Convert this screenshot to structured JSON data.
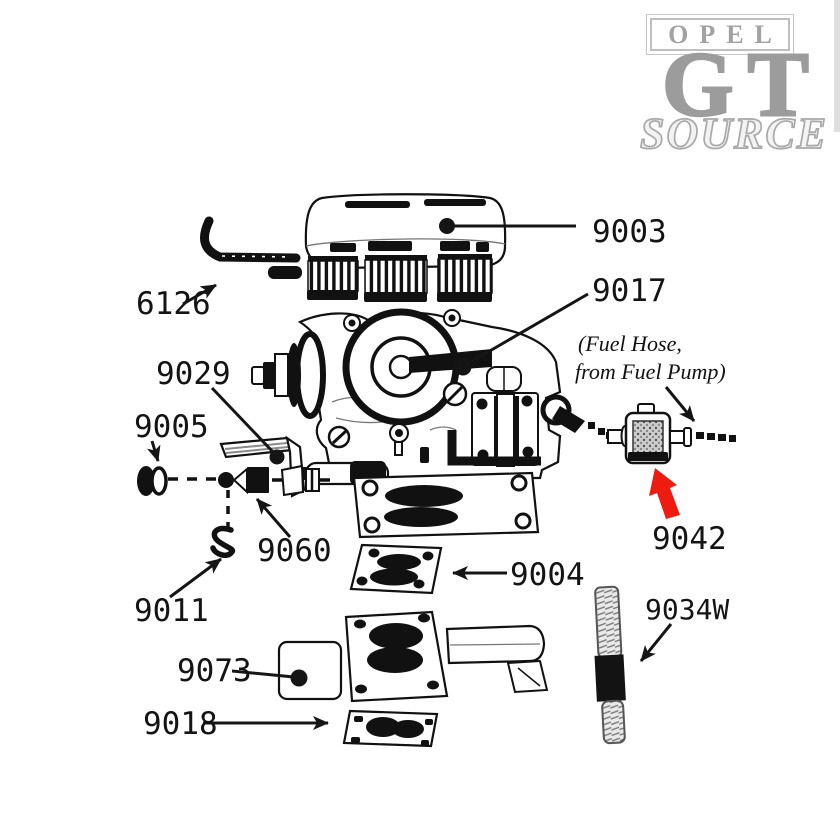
{
  "logo": {
    "opel": "OPEL",
    "gt": "GT",
    "source": "SOURCE"
  },
  "note": {
    "line1": "(Fuel Hose,",
    "line2": "from Fuel Pump)"
  },
  "labels": {
    "p9003": "9003",
    "p6126": "6126",
    "p9017": "9017",
    "p9029": "9029",
    "p9005": "9005",
    "p9060": "9060",
    "p9011": "9011",
    "p9004": "9004",
    "p9073": "9073",
    "p9018": "9018",
    "p9042": "9042",
    "p9034w": "9034W"
  },
  "colors": {
    "highlight_arrow_red": "#ee1b10",
    "logo_gray": "#9c9c9c",
    "line_black": "#151515"
  }
}
